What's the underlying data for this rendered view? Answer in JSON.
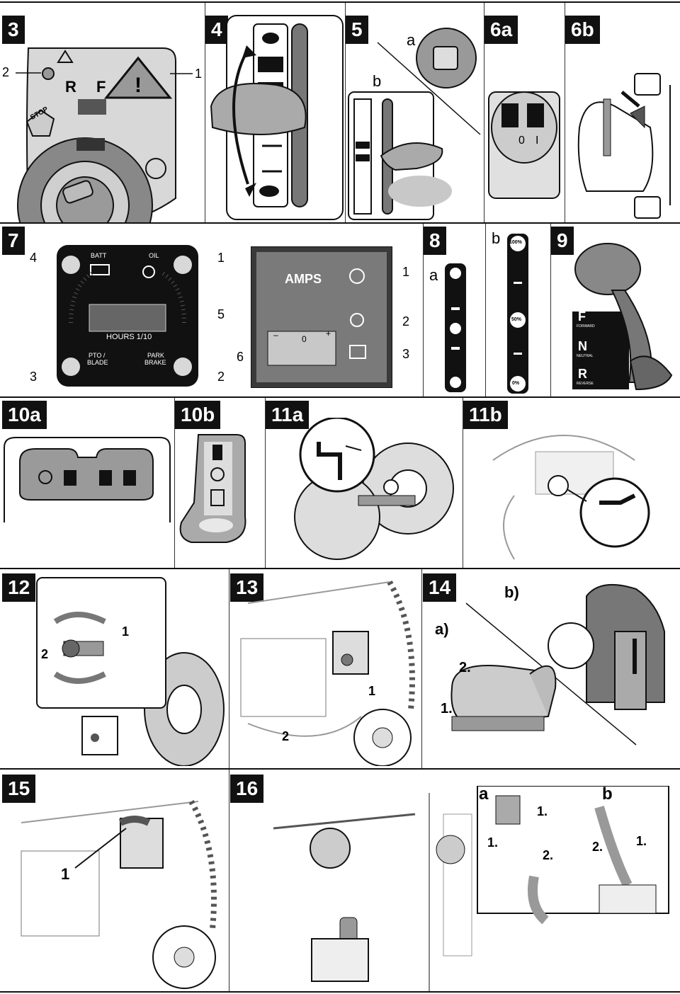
{
  "figures": {
    "f3": {
      "number": "3",
      "callouts": [
        "2",
        "1"
      ],
      "letters": [
        "R",
        "F"
      ],
      "stop": "STOP"
    },
    "f4": {
      "number": "4"
    },
    "f5": {
      "number": "5",
      "sub_a": "a",
      "sub_b": "b"
    },
    "f6a": {
      "number": "6a",
      "switch_marks": [
        "0",
        "I"
      ]
    },
    "f6b": {
      "number": "6b"
    },
    "f7": {
      "number": "7",
      "batt": "BATT",
      "oil": "OIL",
      "hours": "HOURS 1/10",
      "pto": "PTO /",
      "blade": "BLADE",
      "park": "PARK",
      "brake": "BRAKE",
      "callouts": [
        "4",
        "1",
        "5",
        "3",
        "2"
      ],
      "amps": "AMPS",
      "amps_callouts": [
        "1",
        "2",
        "6",
        "3"
      ],
      "gauge_marks": [
        "–",
        "0",
        "+"
      ]
    },
    "f8": {
      "number": "8",
      "sub_a": "a",
      "sub_b": "b",
      "pct_100": "100%",
      "pct_50": "50%",
      "pct_0": "0%"
    },
    "f9": {
      "number": "9",
      "forward": "FORWARD",
      "neutral": "NEUTRAL",
      "reverse": "REVERSE",
      "f": "F",
      "n": "N",
      "r": "R"
    },
    "f10a": {
      "number": "10a"
    },
    "f10b": {
      "number": "10b"
    },
    "f11a": {
      "number": "11a"
    },
    "f11b": {
      "number": "11b"
    },
    "f12": {
      "number": "12",
      "callouts": [
        "1",
        "2"
      ]
    },
    "f13": {
      "number": "13",
      "callouts": [
        "1",
        "2"
      ]
    },
    "f14": {
      "number": "14",
      "sub_a": "a)",
      "sub_b": "b)",
      "steps": [
        "2.",
        "1."
      ]
    },
    "f15": {
      "number": "15",
      "callouts": [
        "1"
      ]
    },
    "f16": {
      "number": "16",
      "sub_a": "a",
      "sub_b": "b",
      "steps_a": [
        "1.",
        "1.",
        "2."
      ],
      "steps_b": [
        "2.",
        "1."
      ]
    }
  },
  "colors": {
    "ink": "#111111",
    "panel_gray": "#9a9a9a",
    "light_gray": "#d4d4d4",
    "dark_gray": "#555555"
  }
}
